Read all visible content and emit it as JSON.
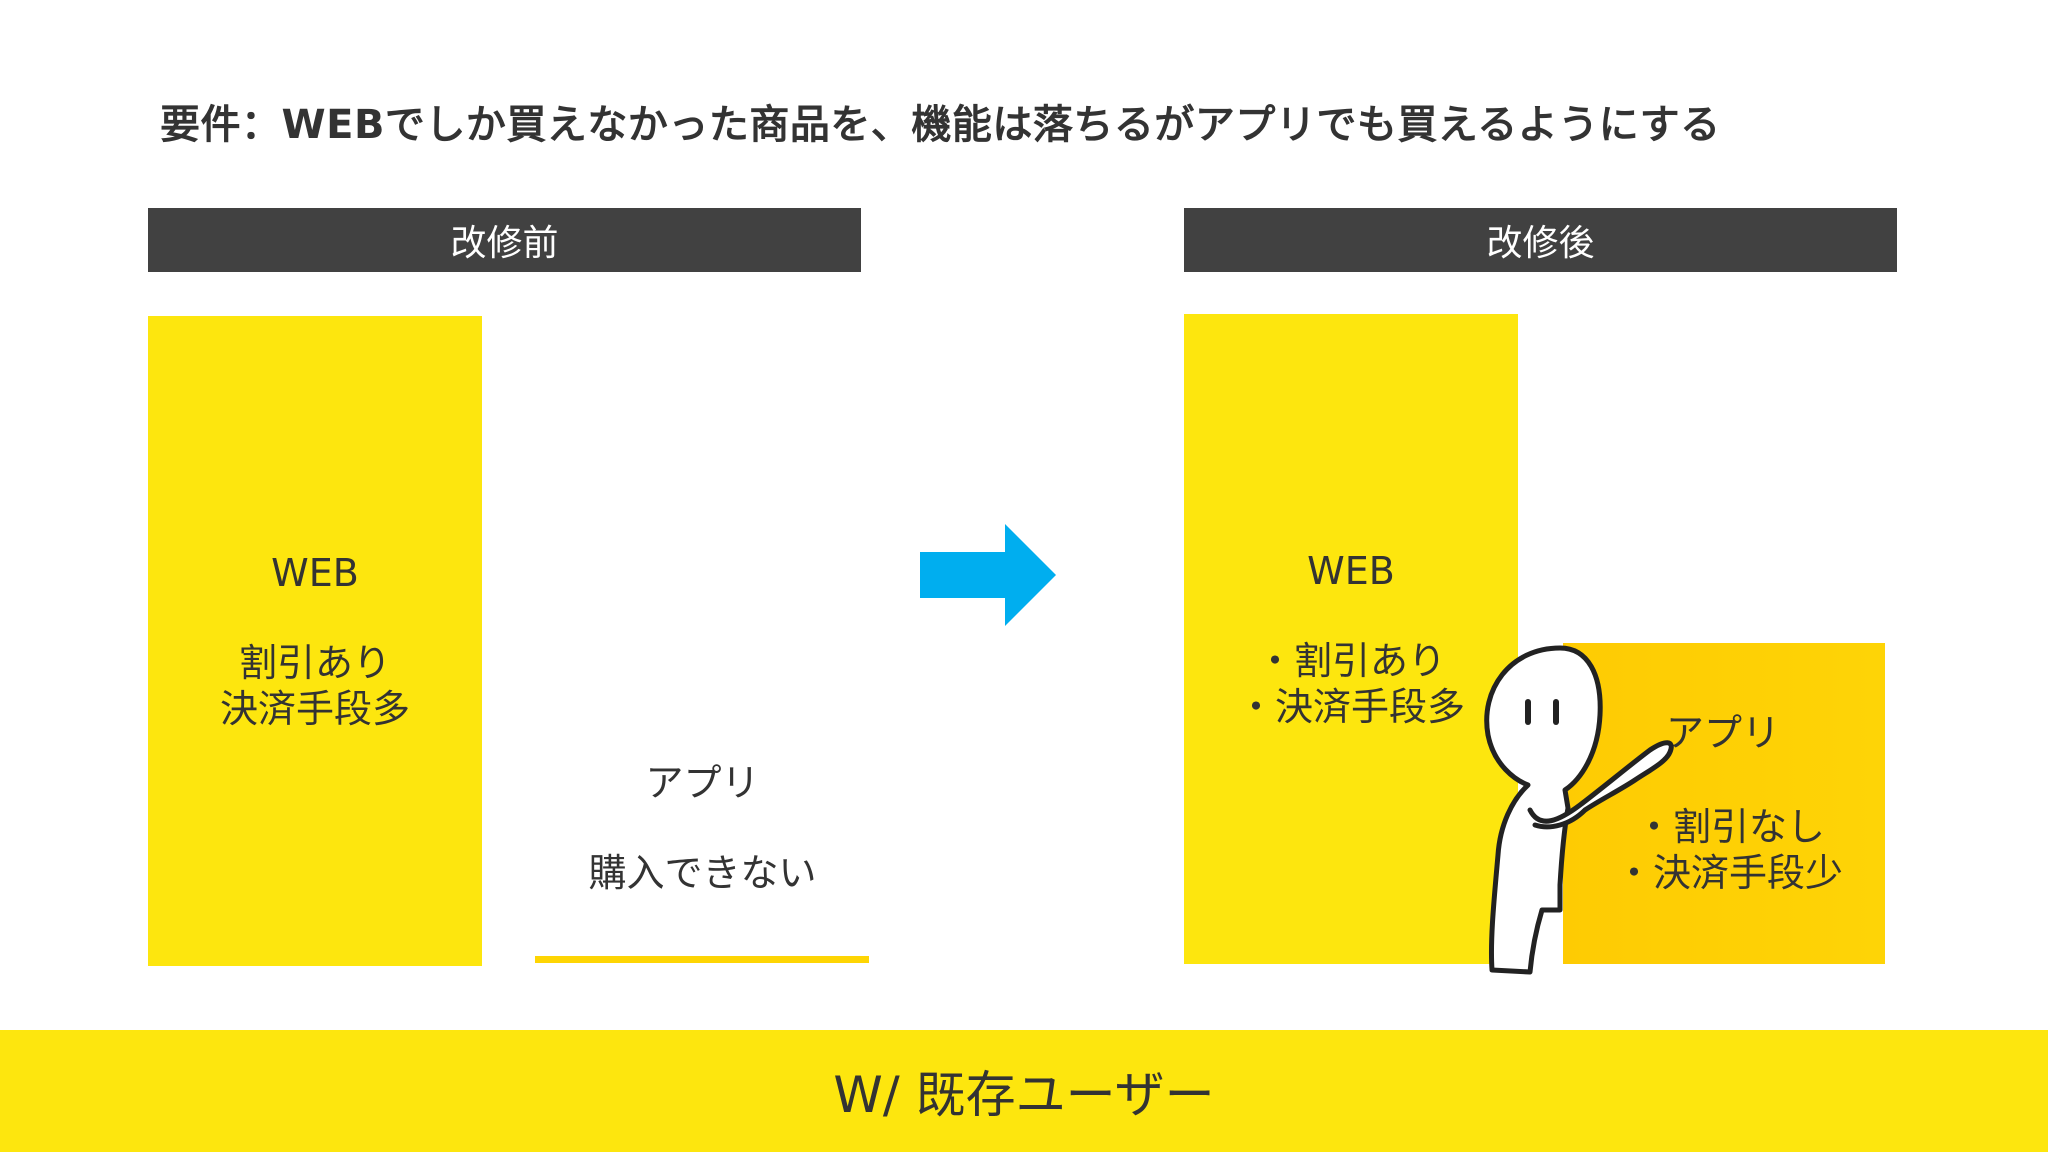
{
  "requirement": "要件：WEBでしか買えなかった商品を、機能は落ちるがアプリでも買えるようにする",
  "before": {
    "header": "改修前",
    "web": {
      "title": "WEB",
      "lines": [
        "割引あり",
        "決済手段多"
      ]
    },
    "app": {
      "title": "アプリ",
      "note": "購入できない"
    }
  },
  "after": {
    "header": "改修後",
    "web": {
      "title": "WEB",
      "lines": [
        "・割引あり",
        "・決済手段多"
      ]
    },
    "app": {
      "title": "アプリ",
      "lines": [
        "・割引なし",
        "・決済手段少"
      ]
    }
  },
  "footer": "W/ 既存ユーザー",
  "colors": {
    "yellow": "#fde60e",
    "app_yellow": "#fed406",
    "header_bg": "#414141",
    "arrow": "#00aeef"
  },
  "icons": {
    "arrow": "right-arrow-icon",
    "character": "pointing-character-illustration"
  }
}
